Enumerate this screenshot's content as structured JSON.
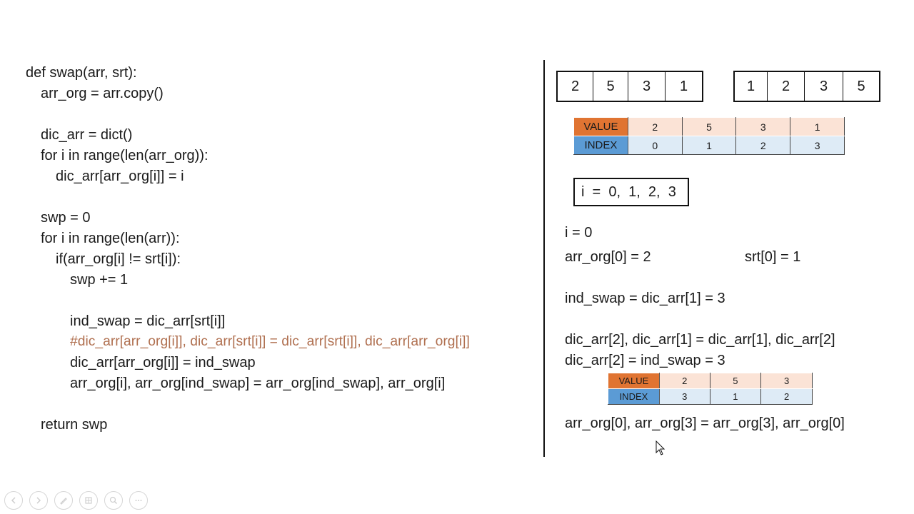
{
  "code": {
    "lines": [
      "def swap(arr, srt):",
      "arr_org = arr.copy()",
      "dic_arr = dict()",
      "for i in range(len(arr_org)):",
      "dic_arr[arr_org[i]] = i",
      "swp = 0",
      "for i in range(len(arr)):",
      "if(arr_org[i] != srt[i]):",
      "swp += 1",
      "ind_swap = dic_arr[srt[i]]",
      "#dic_arr[arr_org[i]], dic_arr[srt[i]] = dic_arr[srt[i]], dic_arr[arr_org[i]]",
      "dic_arr[arr_org[i]] = ind_swap",
      "arr_org[i], arr_org[ind_swap] = arr_org[ind_swap], arr_org[i]",
      "return swp"
    ]
  },
  "arrays": {
    "original": [
      "2",
      "5",
      "3",
      "1"
    ],
    "sorted": [
      "1",
      "2",
      "3",
      "5"
    ]
  },
  "table1": {
    "value_label": "VALUE",
    "index_label": "INDEX",
    "values": [
      "2",
      "5",
      "3",
      "1"
    ],
    "indices": [
      "0",
      "1",
      "2",
      "3"
    ]
  },
  "loop_box": "i  =  0,  1,  2,  3",
  "notes": {
    "i_value": "i = 0",
    "arr_org_0": "arr_org[0] = 2",
    "srt_0": "srt[0] = 1",
    "ind_swap": "ind_swap = dic_arr[1] = 3",
    "dic_swap": "dic_arr[2], dic_arr[1] = dic_arr[1], dic_arr[2]",
    "dic_assign": "dic_arr[2] = ind_swap = 3",
    "arr_swap": "arr_org[0], arr_org[3] = arr_org[3], arr_org[0]"
  },
  "table2": {
    "value_label": "VALUE",
    "index_label": "INDEX",
    "values": [
      "2",
      "5",
      "3"
    ],
    "indices": [
      "3",
      "1",
      "2"
    ]
  },
  "toolbar": {
    "icons": [
      "previous-icon",
      "next-icon",
      "pen-icon",
      "slides-icon",
      "zoom-icon",
      "more-icon"
    ]
  },
  "colors": {
    "value_header": "#e07432",
    "index_header": "#5b9bd5",
    "value_cell": "#fbe3d6",
    "index_cell": "#deebf6",
    "comment": "#b07050"
  }
}
